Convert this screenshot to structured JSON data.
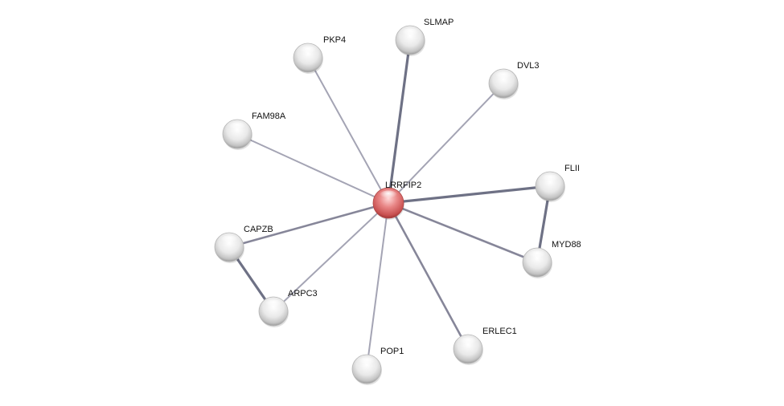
{
  "network": {
    "center": "LRRFIP2",
    "nodes": [
      {
        "id": "LRRFIP2",
        "label": "LRRFIP2",
        "query": true,
        "color": "#e06666"
      },
      {
        "id": "SLMAP",
        "label": "SLMAP",
        "query": false
      },
      {
        "id": "PKP4",
        "label": "PKP4",
        "query": false
      },
      {
        "id": "DVL3",
        "label": "DVL3",
        "query": false
      },
      {
        "id": "FAM98A",
        "label": "FAM98A",
        "query": false
      },
      {
        "id": "FLII",
        "label": "FLII",
        "query": false
      },
      {
        "id": "MYD88",
        "label": "MYD88",
        "query": false
      },
      {
        "id": "CAPZB",
        "label": "CAPZB",
        "query": false
      },
      {
        "id": "ARPC3",
        "label": "ARPC3",
        "query": false
      },
      {
        "id": "POP1",
        "label": "POP1",
        "query": false
      },
      {
        "id": "ERLEC1",
        "label": "ERLEC1",
        "query": false
      }
    ],
    "edges": [
      {
        "source": "LRRFIP2",
        "target": "SLMAP",
        "strength": "strong"
      },
      {
        "source": "LRRFIP2",
        "target": "PKP4",
        "strength": "weak"
      },
      {
        "source": "LRRFIP2",
        "target": "DVL3",
        "strength": "weak"
      },
      {
        "source": "LRRFIP2",
        "target": "FAM98A",
        "strength": "weak"
      },
      {
        "source": "LRRFIP2",
        "target": "FLII",
        "strength": "strong"
      },
      {
        "source": "LRRFIP2",
        "target": "MYD88",
        "strength": "medium"
      },
      {
        "source": "LRRFIP2",
        "target": "CAPZB",
        "strength": "medium"
      },
      {
        "source": "LRRFIP2",
        "target": "ARPC3",
        "strength": "weak"
      },
      {
        "source": "LRRFIP2",
        "target": "POP1",
        "strength": "weak"
      },
      {
        "source": "LRRFIP2",
        "target": "ERLEC1",
        "strength": "medium"
      },
      {
        "source": "FLII",
        "target": "MYD88",
        "strength": "strong"
      },
      {
        "source": "CAPZB",
        "target": "ARPC3",
        "strength": "strong"
      }
    ],
    "colors": {
      "edge_weak": "#a4a4b4",
      "edge_medium": "#868699",
      "edge_strong": "#6e7185",
      "node_fill": "#e6e6e6",
      "query_fill": "#e06666"
    }
  }
}
